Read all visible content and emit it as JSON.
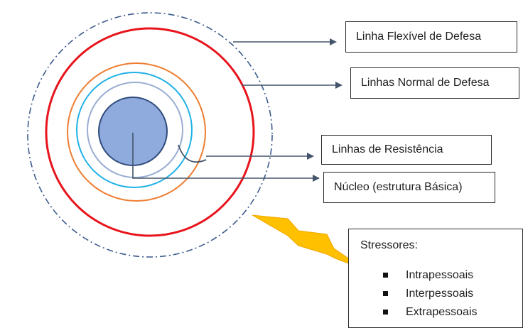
{
  "labels": {
    "flexivel": "Linha Flexível de Defesa",
    "normal": "Linhas Normal de Defesa",
    "resistencia": "Linhas de Resistência",
    "nucleo": "Núcleo (estrutura Básica)"
  },
  "stressors": {
    "title": "Stressores:",
    "items": [
      "Intrapessoais",
      "Interpessoais",
      "Extrapessoais"
    ]
  },
  "colors": {
    "flexible_line": "#3b5a8c",
    "normal_line": "#e8141c",
    "orange_ring": "#ed7d31",
    "cyan_ring": "#1fb1e6",
    "light_ring": "#9aaed2",
    "core_fill": "#8faadc",
    "core_stroke": "#2f4b7c",
    "arrow": "#44546a",
    "lightning_fill": "#ffc000"
  }
}
